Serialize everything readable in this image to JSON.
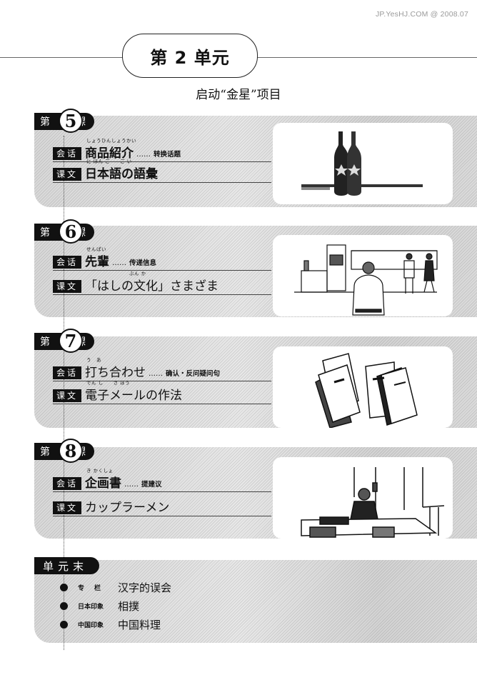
{
  "watermark": "JP.YesHJ.COM @ 2008.07",
  "unit": {
    "title": "第 2 单元",
    "subtitle": "启动“金星”项目"
  },
  "lessons": [
    {
      "prefix": "第",
      "number": "5",
      "suffix": "課",
      "kaiwa": {
        "tag": "会话",
        "ruby": "しょうひんしょうかい",
        "title": "商品紹介",
        "dots": "……",
        "note": "转换话题"
      },
      "kabun": {
        "tag": "课文",
        "ruby": "に ほん ご　　ご い",
        "title": "日本語の語彙"
      },
      "illustration": "two-wine-bottles"
    },
    {
      "prefix": "第",
      "number": "6",
      "suffix": "課",
      "kaiwa": {
        "tag": "会话",
        "ruby": "せんぱい",
        "title": "先輩",
        "dots": "……",
        "note": "传递信息"
      },
      "kabun": {
        "tag": "课文",
        "ruby": "ぶん か",
        "title": "「はしの文化」さまざま"
      },
      "illustration": "office-cafeteria-scene"
    },
    {
      "prefix": "第",
      "number": "7",
      "suffix": "課",
      "kaiwa": {
        "tag": "会话",
        "ruby": "う　あ",
        "title": "打ち合わせ",
        "dots": "……",
        "note": "确认・反问疑问句"
      },
      "kabun": {
        "tag": "课文",
        "ruby": "でん し　　さ ほう",
        "title": "電子メールの作法"
      },
      "illustration": "stack-of-documents"
    },
    {
      "prefix": "第",
      "number": "8",
      "suffix": "課",
      "kaiwa": {
        "tag": "会话",
        "ruby": "き かくしょ",
        "title": "企画書",
        "dots": "……",
        "note": "提建议"
      },
      "kabun": {
        "tag": "课文",
        "ruby": "",
        "title": "カップラーメン"
      },
      "illustration": "man-at-desk-meeting-room"
    }
  ],
  "unit_end": {
    "label": "单元末",
    "items": [
      {
        "label": "专栏",
        "text": "汉字的误会"
      },
      {
        "label": "日本印象",
        "text": "相撲"
      },
      {
        "label": "中国印象",
        "text": "中国料理"
      }
    ]
  }
}
